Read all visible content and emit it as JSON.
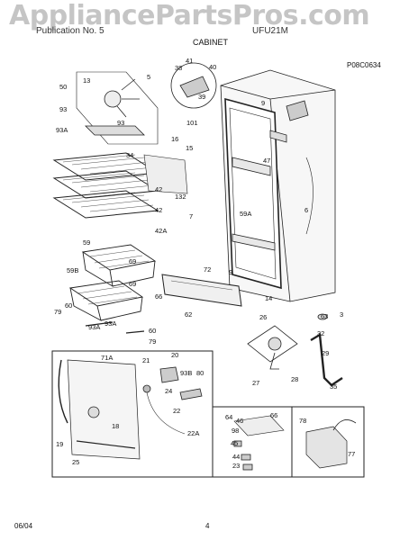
{
  "watermark": "AppliancePartsPros.com",
  "header": {
    "left_text": "Publication No. 5",
    "model_text": "UFU21M",
    "section_title": "CABINET",
    "diagram_id": "P08C0634"
  },
  "footer": {
    "date": "06/04",
    "page_number": "4"
  },
  "callouts": {
    "c50": "50",
    "c13": "13",
    "c5": "5",
    "c93_top": "93",
    "c93_mid": "93",
    "c93A_top": "93A",
    "c41": "41",
    "c38": "38",
    "c40": "40",
    "c39": "39",
    "c101": "101",
    "c9_top": "9",
    "c47": "47",
    "c6": "6",
    "c59A": "59A",
    "c9_mid": "9",
    "c7": "7",
    "c34": "34",
    "c16": "16",
    "c15": "15",
    "c42_a": "42",
    "c132": "132",
    "c42_b": "42",
    "c42A": "42A",
    "c59": "59",
    "c59B": "59B",
    "c69_a": "69",
    "c60_left": "60",
    "c69_b": "69",
    "c79_left": "79",
    "c93A_b": "93A",
    "c93A_c": "93A",
    "c60_b": "60",
    "c79_b": "79",
    "c66": "66",
    "c72": "72",
    "c62": "62",
    "c14": "14",
    "c26": "26",
    "c63": "63",
    "c3": "3",
    "c32": "32",
    "c29": "29",
    "c28": "28",
    "c27": "27",
    "c35": "35",
    "c71A": "71A",
    "c20": "20",
    "c21": "21",
    "c93B": "93B",
    "c80": "80",
    "c24": "24",
    "c22": "22",
    "c22A": "22A",
    "c18": "18",
    "c19": "19",
    "c25": "25",
    "c46": "46",
    "c64": "64",
    "c66b": "66",
    "c98": "98",
    "c45": "45",
    "c44": "44",
    "c23": "23",
    "c78": "78",
    "c77": "77"
  }
}
